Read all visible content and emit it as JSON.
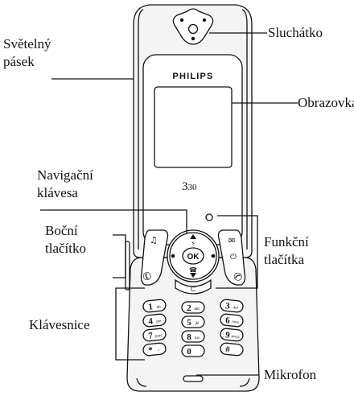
{
  "labels": {
    "light_strip_line1": "Světelný",
    "light_strip_line2": "pásek",
    "earpiece": "Sluchátko",
    "screen": "Obrazovka",
    "nav_key_line1": "Navigační",
    "nav_key_line2": "klávesa",
    "side_button_line1": "Boční",
    "side_button_line2": "tlačítko",
    "function_keys_line1": "Funkční",
    "function_keys_line2": "tlačítka",
    "keypad": "Klávesnice",
    "microphone": "Mikrofon"
  },
  "phone": {
    "brand": "PHILIPS",
    "model_prefix": "3",
    "model_suffix": "30",
    "ok_label": "OK",
    "c_key_label": "C",
    "keys": [
      {
        "main": "1",
        "sub": "ab"
      },
      {
        "main": "2",
        "sub": "abc"
      },
      {
        "main": "3",
        "sub": "def"
      },
      {
        "main": "4",
        "sub": "ghi"
      },
      {
        "main": "5",
        "sub": "jkl"
      },
      {
        "main": "6",
        "sub": "mno"
      },
      {
        "main": "7",
        "sub": "pqrs"
      },
      {
        "main": "8",
        "sub": "tuv"
      },
      {
        "main": "9",
        "sub": "wxyz"
      },
      {
        "main": "*",
        "sub": "+"
      },
      {
        "main": "0",
        "sub": ""
      },
      {
        "main": "#",
        "sub": ""
      }
    ]
  }
}
